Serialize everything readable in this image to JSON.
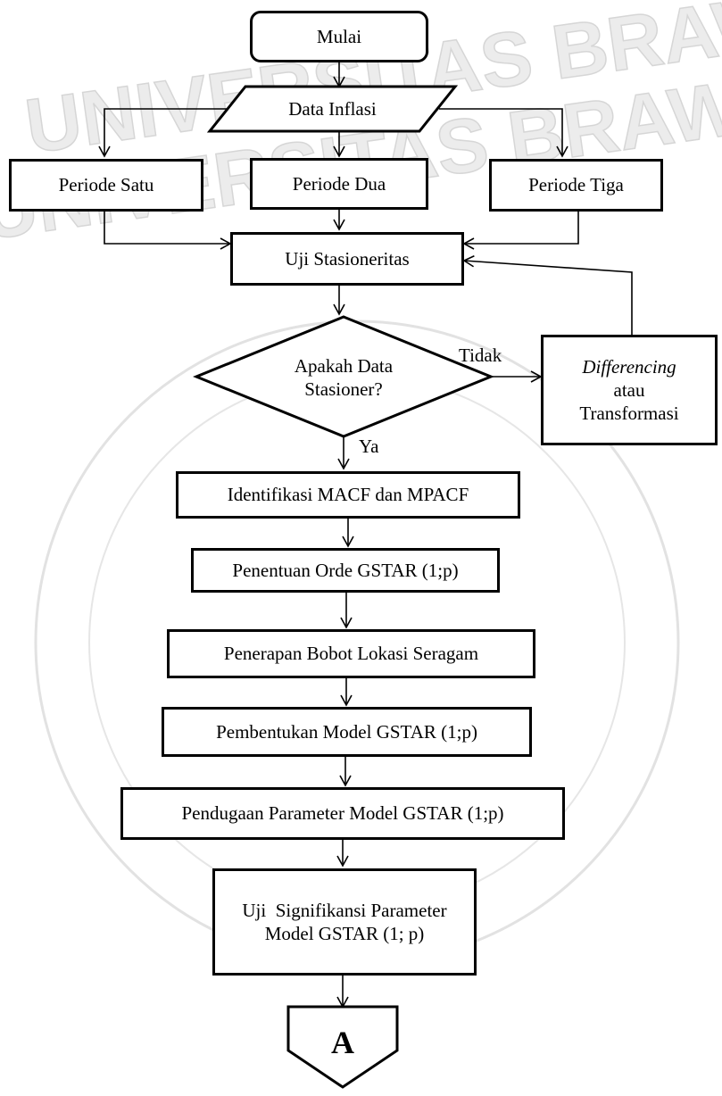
{
  "watermark": {
    "text": "UNIVERSITAS BRAWIJAYA",
    "color": "#c8c8c8"
  },
  "flowchart": {
    "start": "Mulai",
    "data_input": "Data Inflasi",
    "period_1": "Periode Satu",
    "period_2": "Periode Dua",
    "period_3": "Periode Tiga",
    "stationarity_test": "Uji Stasioneritas",
    "decision": {
      "line1": "Apakah Data",
      "line2": "Stasioner?"
    },
    "no_label": "Tidak",
    "yes_label": "Ya",
    "transform": {
      "line1": "Differencing",
      "line2": "atau",
      "line3": "Transformasi"
    },
    "identify": "Identifikasi MACF dan MPACF",
    "order": "Penentuan Orde GSTAR (1;p)",
    "weights": "Penerapan Bobot Lokasi Seragam",
    "model": "Pembentukan Model GSTAR (1;p)",
    "estimation": "Pendugaan Parameter Model GSTAR (1;p)",
    "significance": {
      "line1": "Uji  Signifikansi Parameter",
      "line2": "Model GSTAR (1; p)"
    },
    "connector": "A"
  }
}
